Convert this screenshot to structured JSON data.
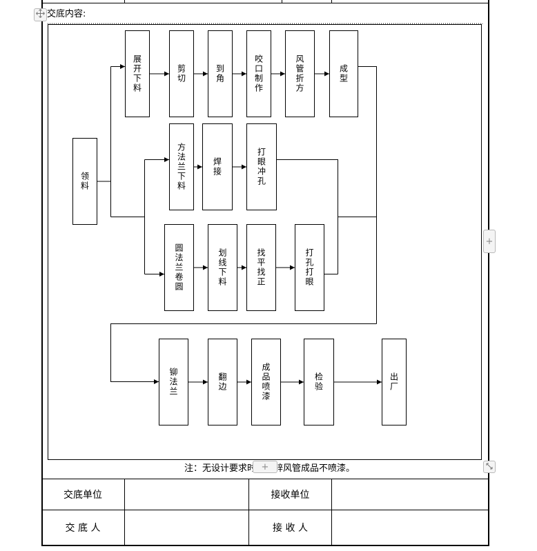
{
  "header": {
    "label": "交底内容:"
  },
  "flowchart": {
    "source": "领料",
    "row1": [
      "展开下料",
      "剪切",
      "到角",
      "咬口制作",
      "风管折方",
      "成型"
    ],
    "row2": [
      "方法兰下料",
      "焊接",
      "打眼冲孔"
    ],
    "row3": [
      "圆法兰卷圆",
      "划线下料",
      "找平找正",
      "打孔打眼"
    ],
    "row4": [
      "铆法兰",
      "翻边",
      "成品喷漆",
      "检验",
      "出厂"
    ]
  },
  "note": "注：无设计要求时，镀锌风管成品不喷漆。",
  "footer": {
    "hand_unit_label": "交底单位",
    "receive_unit_label": "接收单位",
    "hand_person_label": "交 底 人",
    "receive_person_label": "接 收 人",
    "hand_unit_value": "",
    "receive_unit_value": "",
    "hand_person_value": "",
    "receive_person_value": ""
  },
  "icons": {
    "move_handle": "move-arrows-icon",
    "add_row": "plus-icon",
    "add_column": "plus-icon",
    "resize": "resize-diagonal-icon"
  }
}
